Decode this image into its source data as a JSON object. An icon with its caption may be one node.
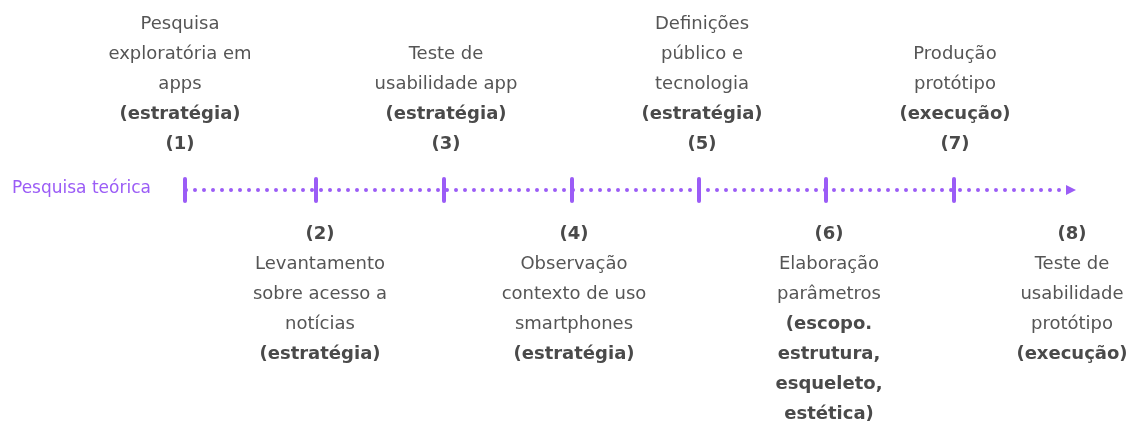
{
  "diagram": {
    "labels": [
      "Pesquisa exploratória em apps",
      "(estratégia)",
      "(1)",
      "Teste de usabilidade app",
      "(estratégia)",
      "(3)",
      "Definições público e tecnologia",
      "(estratégia)",
      "(5)",
      "Produção protótipo",
      "(execução)",
      "(7)",
      "Pesquisa teórica",
      "(2)",
      "Levantamento sobre acesso a notícias",
      "(estratégia)",
      "(4)",
      "Observação contexto de uso smartphones",
      "(estratégia)",
      "(6)",
      "Elaboração parâmetros",
      "(escopo. estrutura, esqueleto, estética)",
      "(8)",
      "Teste de usabilidade protótipo",
      "(execução)"
    ]
  }
}
